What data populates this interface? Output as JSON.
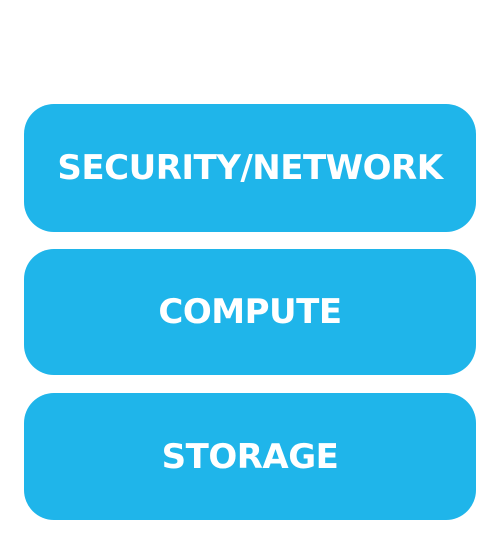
{
  "colors": {
    "layer_fill": "#1fb5ea",
    "text": "#ffffff",
    "background": "#ffffff"
  },
  "layers": [
    {
      "label": "SECURITY/NETWORK"
    },
    {
      "label": "COMPUTE"
    },
    {
      "label": "STORAGE"
    }
  ]
}
